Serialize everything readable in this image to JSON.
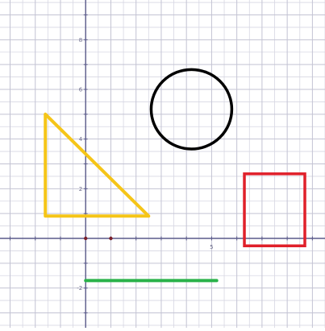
{
  "graph": {
    "x_range": [
      -3.4,
      9.5
    ],
    "y_range": [
      -3.6,
      9.6
    ],
    "minor_step": 0.5,
    "major_step": 1,
    "x_tick_labels": [
      {
        "value": 5,
        "text": "5"
      }
    ],
    "y_tick_labels": [
      {
        "value": 8,
        "text": "8"
      },
      {
        "value": 6,
        "text": "6"
      },
      {
        "value": 4,
        "text": "4"
      },
      {
        "value": 2,
        "text": "2"
      },
      {
        "value": -2,
        "text": "-2"
      }
    ],
    "points": [
      {
        "x": 0,
        "y": 0
      },
      {
        "x": 1,
        "y": 0
      }
    ]
  },
  "shapes": {
    "triangle": {
      "vertices": [
        [
          -1.6,
          5.0
        ],
        [
          -1.6,
          0.9
        ],
        [
          2.5,
          0.9
        ]
      ],
      "color": "#f5c518"
    },
    "circle": {
      "center": [
        4.2,
        5.2
      ],
      "radius": 1.6,
      "color": "#000000"
    },
    "square": {
      "corner_bottom_left": [
        6.3,
        -0.3
      ],
      "corner_top_right": [
        8.7,
        2.6
      ],
      "color": "#e0202a"
    },
    "segment": {
      "from": [
        0,
        -1.7
      ],
      "to": [
        5.2,
        -1.7
      ],
      "color": "#2ab24a"
    }
  },
  "colors": {
    "minor_grid": "#d7d7e3",
    "major_grid": "#c3c3d3",
    "axis": "#5a5a8a",
    "point": "#7a1f2a"
  }
}
